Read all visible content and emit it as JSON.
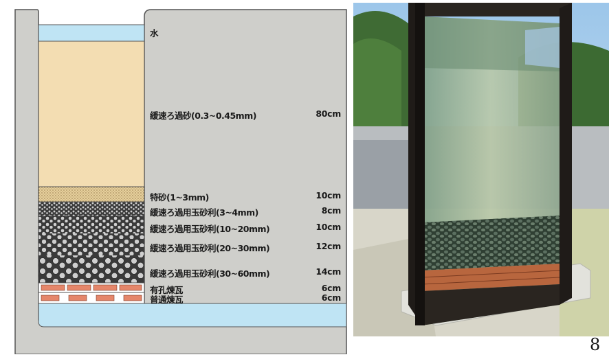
{
  "diagram": {
    "water_label": "水",
    "layers": [
      {
        "label": "緩速ろ過砂(0.3~0.45mm)",
        "thickness": "80cm"
      },
      {
        "label": "特砂(1~3mm)",
        "thickness": "10cm"
      },
      {
        "label": "緩速ろ過用玉砂利(3~4mm)",
        "thickness": "8cm"
      },
      {
        "label": "緩速ろ過用玉砂利(10~20mm)",
        "thickness": "10cm"
      },
      {
        "label": "緩速ろ過用玉砂利(20~30mm)",
        "thickness": "12cm"
      },
      {
        "label": "緩速ろ過用玉砂利(30~60mm)",
        "thickness": "14cm"
      },
      {
        "label": "有孔煉瓦",
        "thickness": "6cm"
      },
      {
        "label": "普通煉瓦",
        "thickness": "6cm"
      }
    ],
    "colors": {
      "frame": "#cfcfcb",
      "frame_stroke": "#555555",
      "water": "#bfe4f4",
      "sand": "#f3ddb2",
      "special_sand": "#dbc38f",
      "gravel_bg": "#3c3c3c",
      "gravel_stone": "#cfcfcf",
      "brick": "#e5866a"
    }
  },
  "photo": {
    "description_icon": "filter-tank-photo"
  },
  "page_number": "8"
}
